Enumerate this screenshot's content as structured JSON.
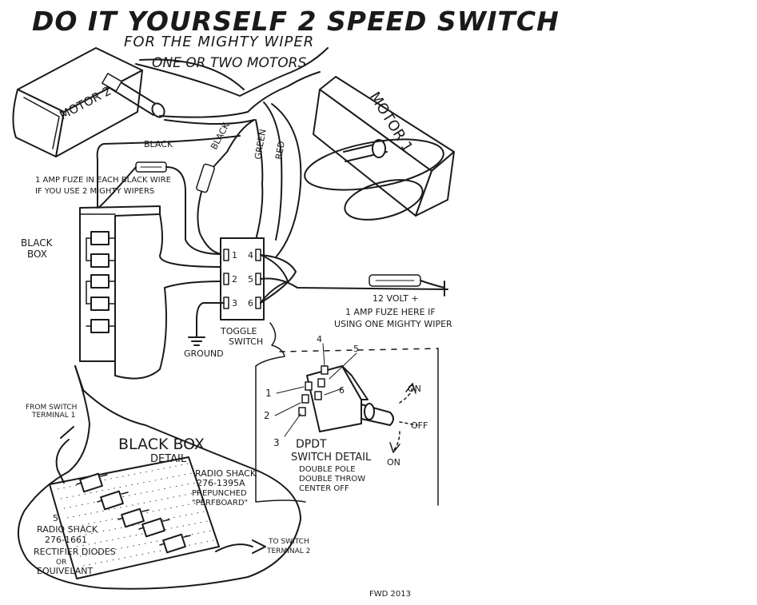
{
  "title": "DO IT YOURSELF 2 SPEED SWITCH",
  "subtitle": "FOR THE MIGHTY WIPER",
  "subtitle2": "ONE OR TWO MOTORS",
  "motor2_label": "MOTOR 2",
  "motor1_label": "MOTOR 1",
  "wires": {
    "black_top": "BLACK",
    "black_mid": "BLACK",
    "green": "GREEN",
    "red": "RED"
  },
  "fuse_note_line1": "1 AMP FUZE IN EACH BLACK WIRE",
  "fuse_note_line2": "IF YOU USE 2 MIGHTY WIPERS",
  "black_box_label_line1": "BLACK",
  "black_box_label_line2": "BOX",
  "toggle_terminals": [
    "1",
    "2",
    "3",
    "4",
    "5",
    "6"
  ],
  "toggle_label_line1": "TOGGLE",
  "toggle_label_line2": "SWITCH",
  "ground_label": "GROUND",
  "power_label": "12 VOLT +",
  "power_fuse_line1": "1 AMP FUZE HERE IF",
  "power_fuse_line2": "USING ONE MIGHTY WIPER",
  "dpdt": {
    "pins": [
      "1",
      "2",
      "3",
      "4",
      "5",
      "6"
    ],
    "on_top": "ON",
    "off": "OFF",
    "on_bottom": "ON",
    "title": "DPDT",
    "subtitle": "SWITCH DETAIL",
    "desc_line1": "DOUBLE POLE",
    "desc_line2": "DOUBLE THROW",
    "desc_line3": "CENTER OFF"
  },
  "from_switch_line1": "FROM SWITCH",
  "from_switch_line2": "TERMINAL 1",
  "black_box_detail_line1": "BLACK BOX",
  "black_box_detail_line2": "DETAIL",
  "perfboard": {
    "line1": "RADIO SHACK",
    "line2": "276-1395A",
    "line3": "PREPUNCHED",
    "line4": "\"PERFBOARD\""
  },
  "diodes": {
    "line1": "5",
    "line2": "RADIO SHACK",
    "line3": "276-1661",
    "line4": "RECTIFIER DIODES",
    "line5": "OR",
    "line6": "EQUIVELANT"
  },
  "to_switch_line1": "TO SWITCH",
  "to_switch_line2": "TERMINAL 2",
  "signature": "FWD 2013"
}
